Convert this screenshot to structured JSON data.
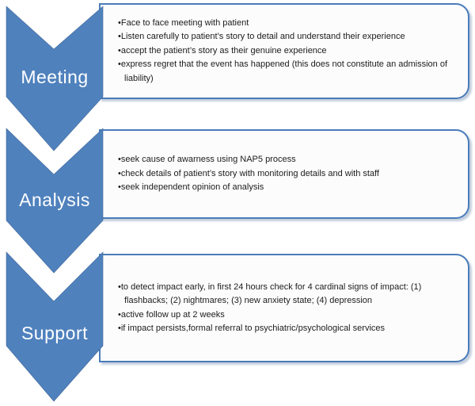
{
  "colors": {
    "background": "#ffffff",
    "chevron_fill": "#4f81bd",
    "chevron_edge": "#42699c",
    "box_border": "#4a7cba",
    "box_fill": "#fcfcfc",
    "label_text": "#ffffff",
    "bullet_text": "#1c1c1c"
  },
  "steps": [
    {
      "label": "Meeting",
      "bullets": [
        "Face to face meeting with patient",
        "Listen carefully to patient’s story to detail and understand their experience",
        "accept the patient’s story as their genuine experience",
        "express regret that the event has happened (this does not constitute an admission of liability)"
      ]
    },
    {
      "label": "Analysis",
      "bullets": [
        "seek cause of awarness using NAP5 process",
        "check details of patient’s story with monitoring details and with staff",
        "seek independent opinion of analysis"
      ]
    },
    {
      "label": "Support",
      "bullets": [
        "to detect impact early, in first 24 hours check for 4 cardinal signs of impact: (1) flashbacks; (2) nightmares; (3) new anxiety state; (4) depression",
        "active follow up at 2 weeks",
        "if impact persists,formal referral to psychiatric/psychological services"
      ]
    }
  ]
}
